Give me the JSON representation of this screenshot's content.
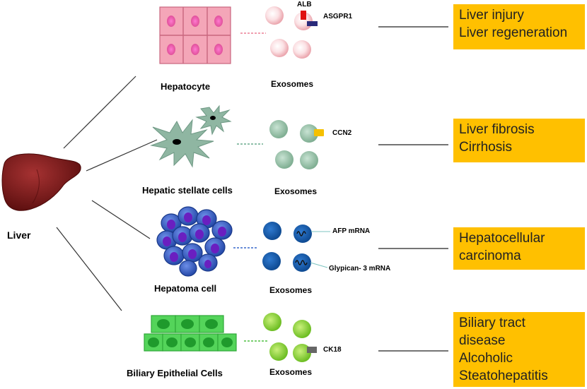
{
  "colors": {
    "outcome_box": "#FFC000",
    "liver": "#7a1818",
    "hepatocyte": "#f4a6b8",
    "hepatocyte_nucleus": "#e0509a",
    "hepatocyte_exosome": "#f7c7cc",
    "stellate": "#8fb6a2",
    "stellate_exosome": "#94c4a6",
    "hepatoma": "#3a62c8",
    "hepatoma_nucleus": "#6a1fc0",
    "hepatoma_exosome": "#1b5aa8",
    "biliary": "#54d45a",
    "biliary_nucleus": "#1f9a2c",
    "biliary_exosome": "#88d83c",
    "marker_alb": "#e01010",
    "marker_asgpr1": "#2a2a7a",
    "marker_ccn2": "#f5c000",
    "marker_ck18": "#666666"
  },
  "organ": {
    "label": "Liver",
    "icon": "liver-icon"
  },
  "rows": [
    {
      "id": "hepatocyte",
      "cell_label": "Hepatocyte",
      "cell_icon": "hepatocyte-grid-icon",
      "exosome_label": "Exosomes",
      "markers": [
        "ALB",
        "ASGPR1"
      ],
      "outcomes": [
        "Liver injury",
        "Liver regeneration"
      ]
    },
    {
      "id": "stellate",
      "cell_label": "Hepatic stellate cells",
      "cell_icon": "stellate-cell-icon",
      "exosome_label": "Exosomes",
      "markers": [
        "CCN2"
      ],
      "outcomes": [
        "Liver fibrosis",
        "Cirrhosis"
      ]
    },
    {
      "id": "hepatoma",
      "cell_label": "Hepatoma cell",
      "cell_icon": "hepatoma-cluster-icon",
      "exosome_label": "Exosomes",
      "markers": [
        "AFP mRNA",
        "Glypican- 3 mRNA"
      ],
      "outcomes": [
        "Hepatocellular",
        "carcinoma"
      ]
    },
    {
      "id": "biliary",
      "cell_label": "Biliary Epithelial Cells",
      "cell_icon": "biliary-epithelium-icon",
      "exosome_label": "Exosomes",
      "markers": [
        "CK18"
      ],
      "outcomes": [
        "Biliary tract",
        "disease",
        "Alcoholic",
        "Steatohepatitis"
      ]
    }
  ]
}
